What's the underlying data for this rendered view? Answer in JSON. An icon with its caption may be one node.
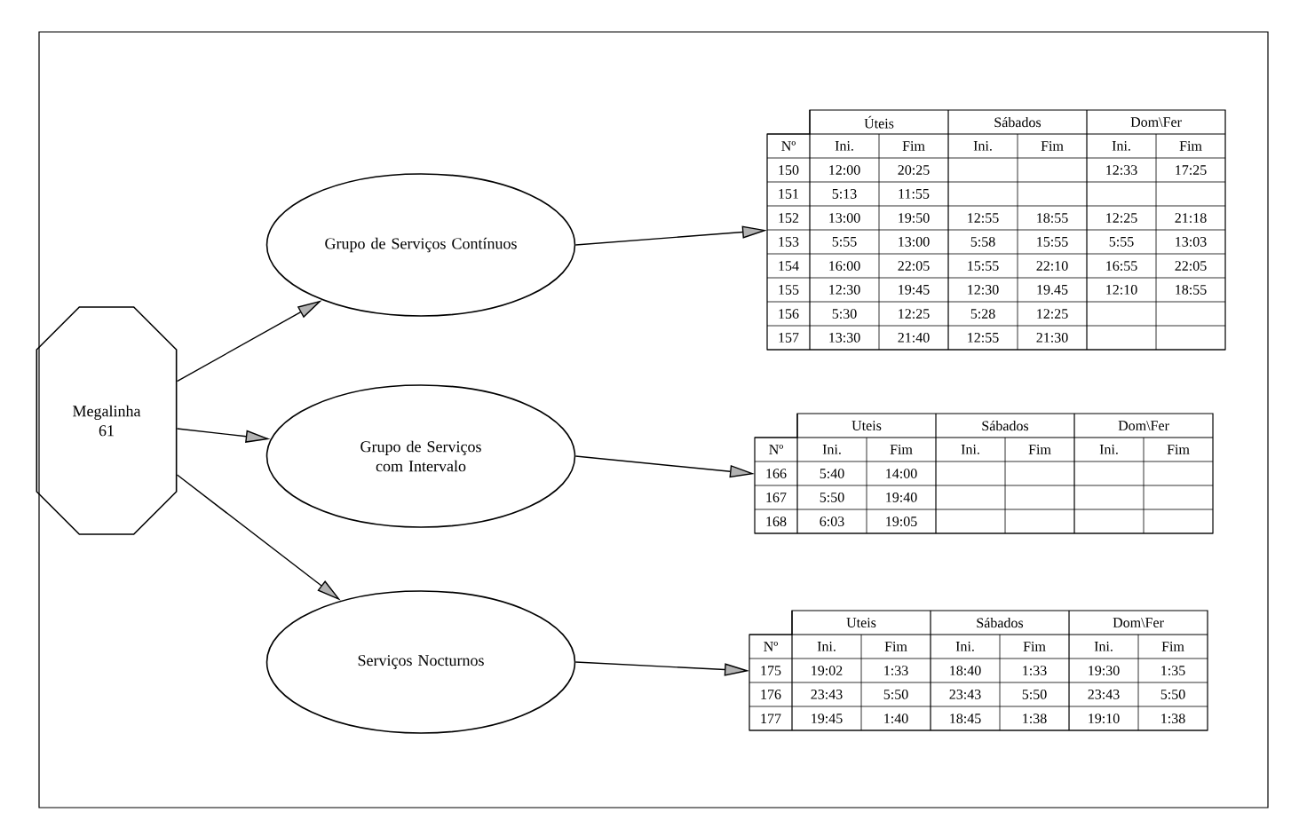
{
  "diagram": {
    "nodes": [
      {
        "text": [
          "Megalinha 61"
        ]
      },
      {
        "text": [
          "Grupo de Serviços Contínuos"
        ]
      },
      {
        "text": [
          "Grupo de Serviços com Intervalo"
        ]
      },
      {
        "text": [
          "Serviços Nocturnos"
        ]
      },
      {
        "text": [
          "Úteis",
          "Sábados",
          "Dom\\Fer",
          "Nº",
          "Ini.",
          "Fim",
          "Ini.",
          "Fim",
          "Ini.",
          "Fim",
          "150",
          "12:00",
          "20:25",
          "12:33",
          "17:25",
          "151",
          "5:13",
          "11:55",
          "152",
          "13:00",
          "19:50",
          "12:55",
          "18:55",
          "12:25",
          "21:18",
          "153",
          "5:55",
          "13:00",
          "5:58",
          "15:55",
          "5:55",
          "13:03",
          "154",
          "16:00",
          "22:05",
          "15:55",
          "22:10",
          "16:55",
          "22:05",
          "155",
          "12:30",
          "19:45",
          "12:30",
          "19.45",
          "12:10",
          "18:55",
          "156",
          "5:30",
          "12:25",
          "5:28",
          "12:25",
          "157",
          "13:30",
          "21:40",
          "12:55",
          "21:30"
        ]
      },
      {
        "text": [
          "Uteis",
          "Sábados",
          "Dom\\Fer",
          "Nº",
          "Ini.",
          "Fim",
          "Ini.",
          "Fim",
          "Ini.",
          "Fim",
          "166",
          "5:40",
          "14:00",
          "167",
          "5:50",
          "19:40",
          "168",
          "6:03",
          "19:05"
        ]
      },
      {
        "text": [
          "Uteis",
          "Sábados",
          "Dom\\Fer",
          "Nº",
          "Ini.",
          "Fim",
          "Ini.",
          "Fim",
          "Ini.",
          "Fim",
          "175",
          "19:02",
          "1:33",
          "18:40",
          "1:33",
          "19:30",
          "1:35",
          "176",
          "23:43",
          "5:50",
          "23:43",
          "5:50",
          "23:43",
          "5:50",
          "177",
          "19:45",
          "1:40",
          "18:45",
          "1:38",
          "19:10",
          "1:38"
        ]
      }
    ],
    "edges": [
      {
        "from": 0,
        "to": 1,
        "arrow": "to"
      },
      {
        "from": 0,
        "to": 2,
        "arrow": "to"
      },
      {
        "from": 0,
        "to": 3,
        "arrow": "to"
      },
      {
        "from": 1,
        "to": 4,
        "arrow": "to"
      },
      {
        "from": 2,
        "to": 5,
        "arrow": "to"
      },
      {
        "from": 3,
        "to": 6,
        "arrow": "to"
      }
    ]
  }
}
